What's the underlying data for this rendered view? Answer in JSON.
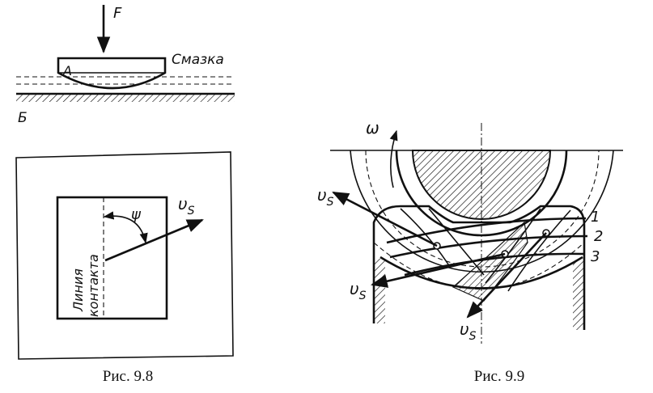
{
  "fig_9_8": {
    "caption": "Рис.  9.8",
    "label_force": "F",
    "label_a": "A",
    "label_b": "Б",
    "label_lubricant": "Смазка",
    "label_contact_line_1": "Линия",
    "label_contact_line_2": "контакта",
    "label_angle": "ψ",
    "label_velocity": "υ",
    "label_velocity_sub": "S"
  },
  "fig_9_9": {
    "caption": "Рис.  9.9",
    "label_omega": "ω",
    "label_velocity": "υ",
    "label_velocity_sub": "S",
    "label_1": "1",
    "label_2": "2",
    "label_3": "3"
  }
}
